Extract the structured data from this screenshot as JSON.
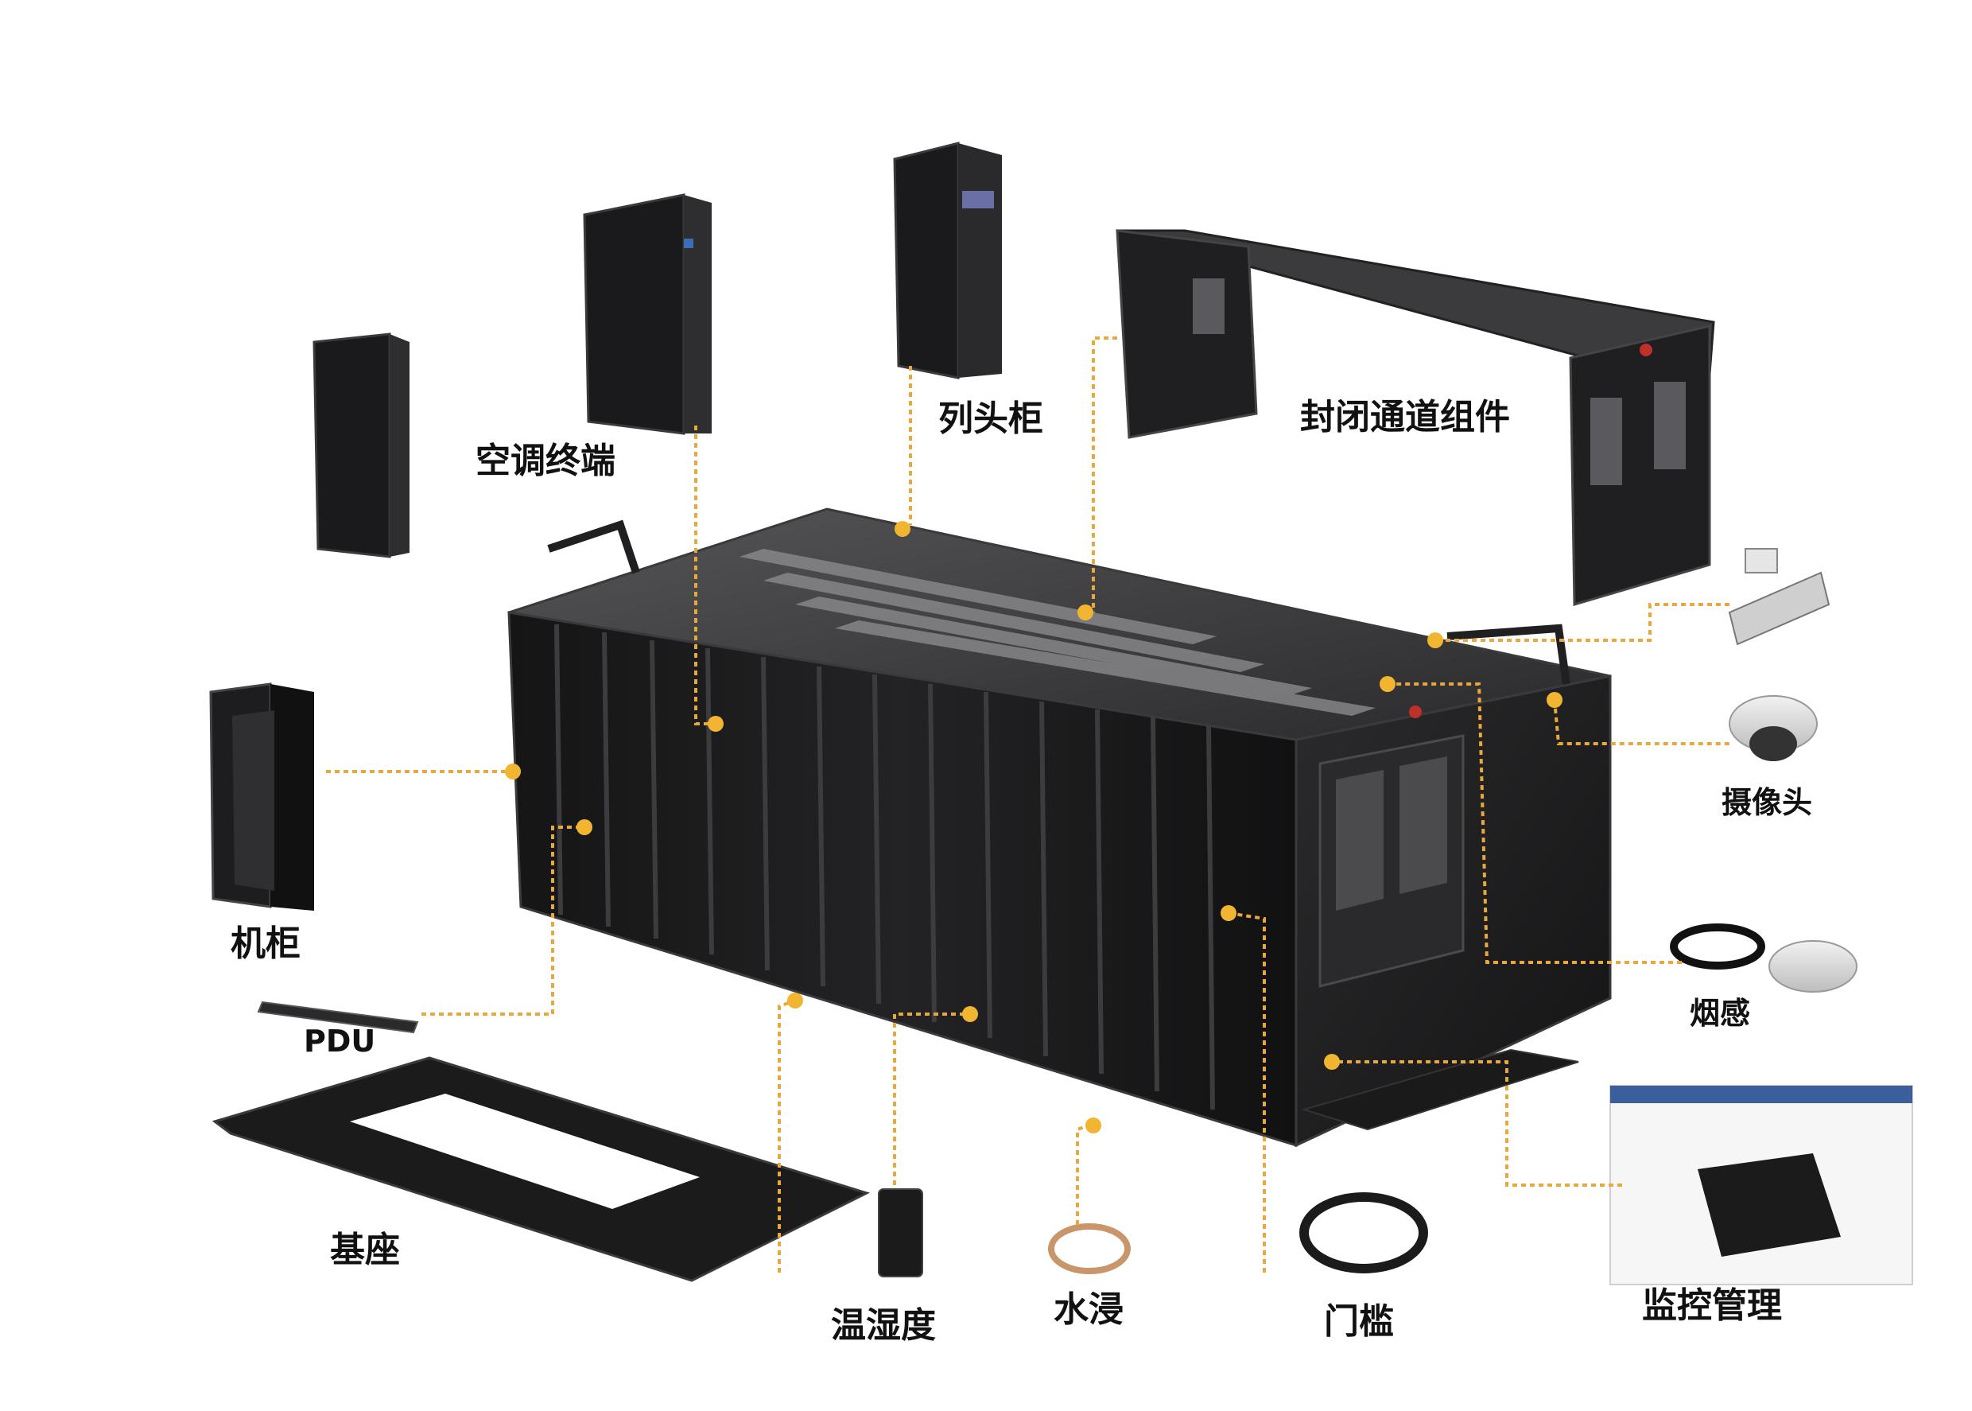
{
  "labels": {
    "ac_terminal": "空调终端",
    "row_head_cabinet": "列头柜",
    "containment": "封闭通道组件",
    "camera": "摄像头",
    "cabinet": "机柜",
    "smoke": "烟感",
    "pdu": "PDU",
    "base": "基座",
    "temp_humidity": "温湿度",
    "water_leak": "水浸",
    "door_sill": "门槛",
    "monitoring": "监控管理"
  },
  "colors": {
    "leader_line": "#e8a83a",
    "dot": "#f2b531",
    "equipment": "#1b1b1c",
    "equipment_edge": "#3a3a3c"
  }
}
